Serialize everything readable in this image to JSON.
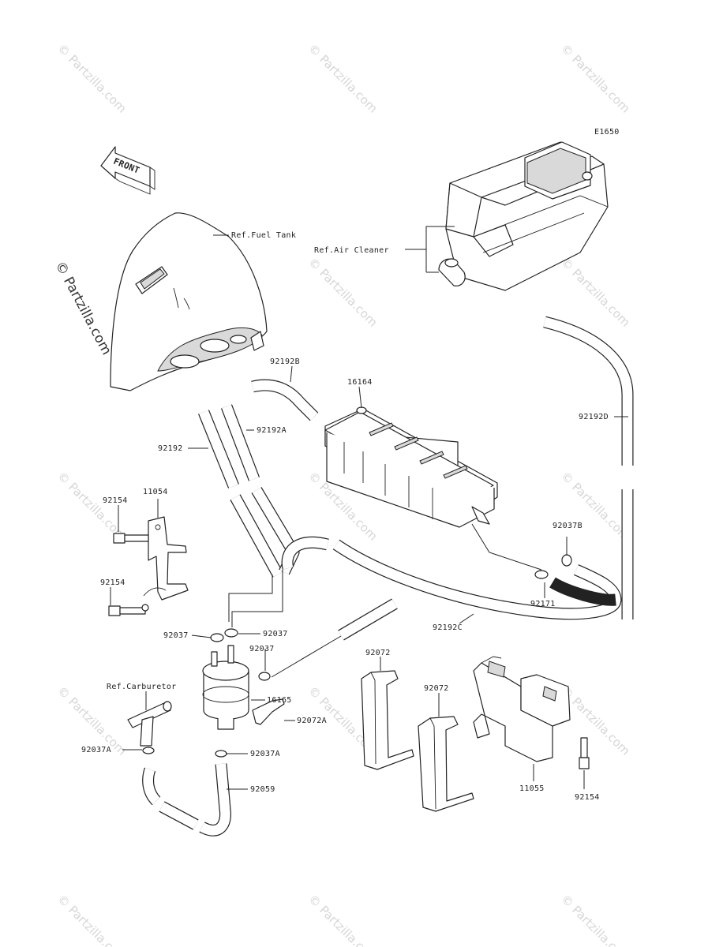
{
  "diagram": {
    "code": "E1650",
    "front_label": "FRONT",
    "watermark": "© Partzilla.com",
    "callouts": {
      "ref_fuel_tank": "Ref.Fuel Tank",
      "ref_air_cleaner": "Ref.Air Cleaner",
      "ref_carburetor": "Ref.Carburetor",
      "p92192B": "92192B",
      "p16164": "16164",
      "p92192D": "92192D",
      "p92192A": "92192A",
      "p92192": "92192",
      "p11054": "11054",
      "p92154_a": "92154",
      "p92154_b": "92154",
      "p92154_c": "92154",
      "p92037B": "92037B",
      "p92171": "92171",
      "p92192C": "92192C",
      "p92037_left": "92037",
      "p92037_right": "92037",
      "p92037_mid": "92037",
      "p92072_a": "92072",
      "p92072_b": "92072",
      "p16165": "16165",
      "p92072A": "92072A",
      "p92037A_left": "92037A",
      "p92037A_right": "92037A",
      "p92059": "92059",
      "p11055": "11055"
    }
  }
}
